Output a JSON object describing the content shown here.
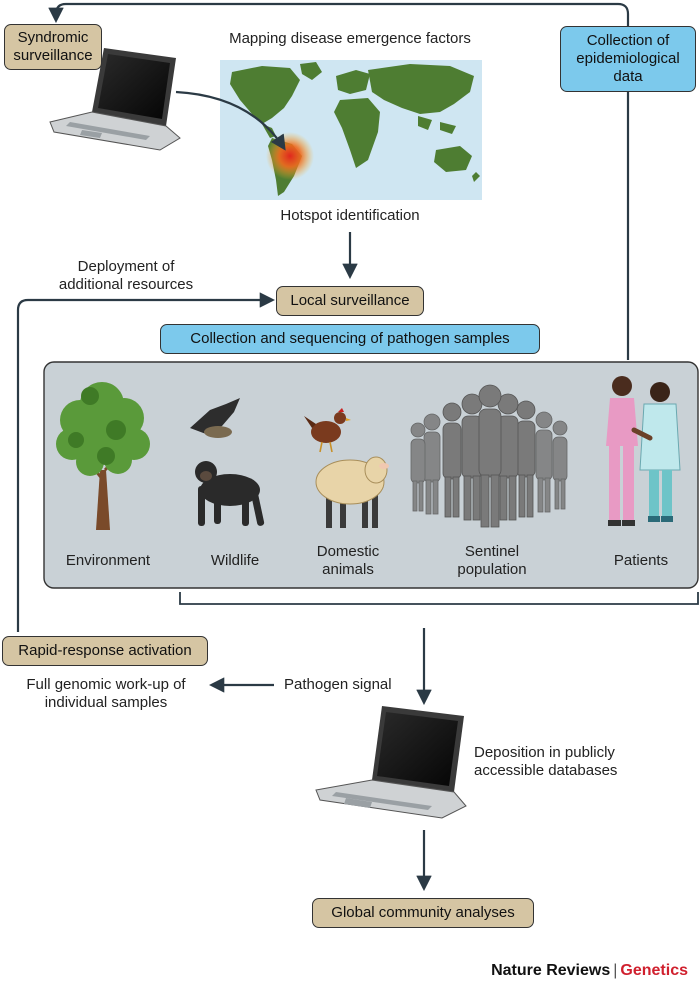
{
  "title": "Mapping disease emergence factors",
  "hotspot": "Hotspot identification",
  "syndromic": [
    "Syndromic",
    "surveillance"
  ],
  "collection_epi": [
    "Collection of",
    "epidemiological",
    "data"
  ],
  "deployment": [
    "Deployment of",
    "additional resources"
  ],
  "local_surveillance": "Local surveillance",
  "collection_sequencing": "Collection and sequencing of pathogen samples",
  "panel_labels": {
    "environment": "Environment",
    "wildlife": "Wildlife",
    "domestic": [
      "Domestic",
      "animals"
    ],
    "sentinel": [
      "Sentinel",
      "population"
    ],
    "patients": "Patients"
  },
  "rapid_response": "Rapid-response activation",
  "full_genomic": [
    "Full genomic work-up of",
    "individual samples"
  ],
  "pathogen_signal": "Pathogen signal",
  "deposition": [
    "Deposition in publicly",
    "accessible databases"
  ],
  "global_analyses": "Global community analyses",
  "footer": {
    "journal": "Nature Reviews",
    "separator": "|",
    "section": "Genetics"
  },
  "colors": {
    "tan_box": "#d5c5a3",
    "blue_box": "#7cc9ec",
    "panel": "#c9d1d6",
    "ocean": "#cfe6f2",
    "land": "#4e7d32",
    "arrow": "#2b3a45",
    "hotspot": "#e0281e",
    "accent": "#d0202e"
  },
  "icons": [
    "laptop-icon",
    "world-map-icon",
    "tree-icon",
    "bat-icon",
    "chimpanzee-icon",
    "chicken-icon",
    "sheep-icon",
    "crowd-icon",
    "patient-icon",
    "healthcare-worker-icon"
  ]
}
